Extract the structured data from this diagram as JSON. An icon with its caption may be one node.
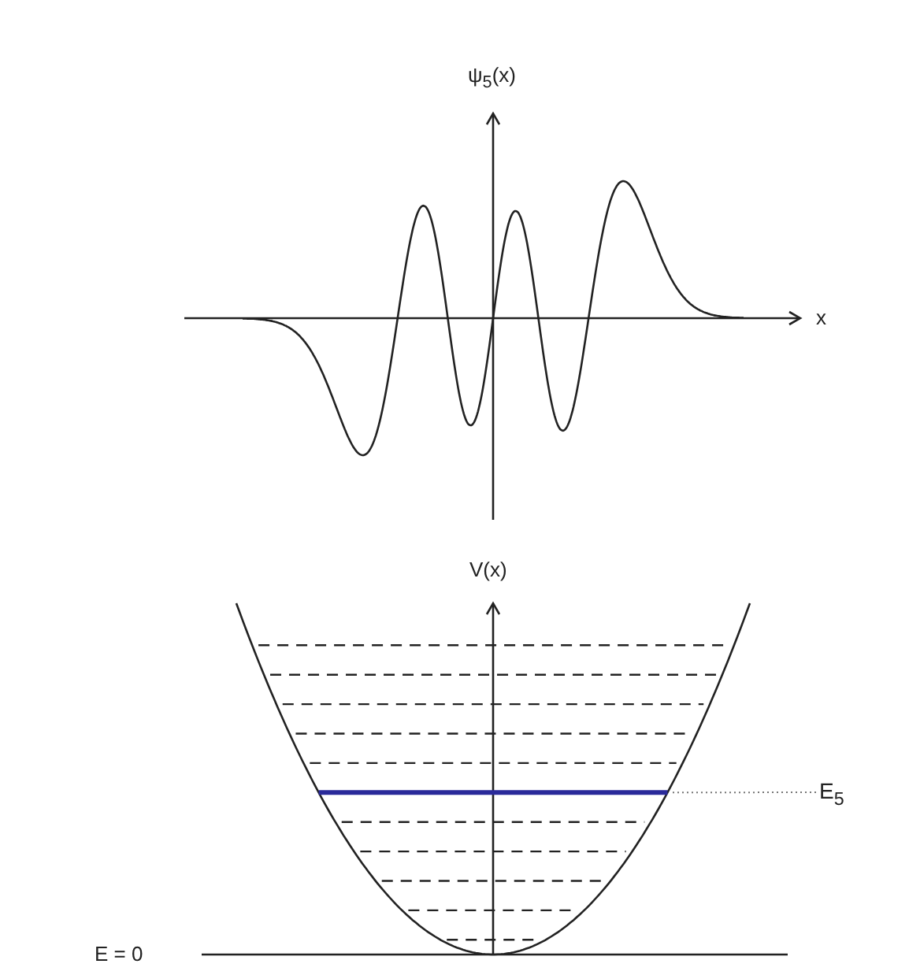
{
  "diagram": {
    "nodes": [
      {
        "text": [],
        "shape": "bar"
      },
      {
        "text": [
          "E$_{5}$"
        ]
      }
    ],
    "edges": [
      {
        "from": 1,
        "to": 0,
        "arrow": "none",
        "style": "dashed"
      }
    ],
    "labels": [
      "ψ$_{5}$(x)",
      "x",
      "V(x)",
      "E = 0"
    ]
  }
}
